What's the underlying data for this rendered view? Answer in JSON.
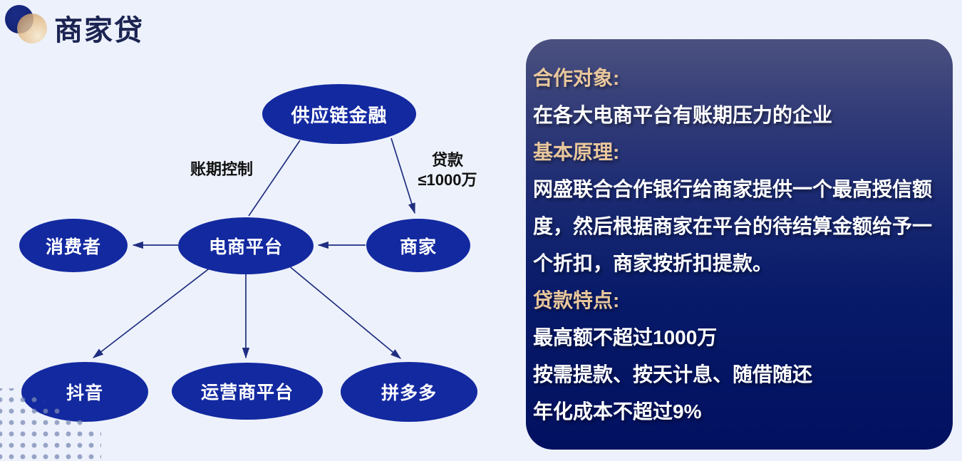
{
  "page": {
    "title": "商家贷",
    "background_color": "#edf1fb"
  },
  "logo": {
    "blue_circle_color": "#10206e",
    "gold_circle_color": "#e4bd8a"
  },
  "diagram": {
    "nodes": [
      {
        "id": "supply-chain-finance",
        "label": "供应链金融"
      },
      {
        "id": "consumer",
        "label": "消费者"
      },
      {
        "id": "ecommerce-platform",
        "label": "电商平台"
      },
      {
        "id": "merchant",
        "label": "商家"
      },
      {
        "id": "douyin",
        "label": "抖音"
      },
      {
        "id": "operator-platform",
        "label": "运营商平台"
      },
      {
        "id": "pinduoduo",
        "label": "拼多多"
      }
    ],
    "edge_labels": {
      "payment_term_control": "账期控制",
      "loan_line1": "贷款",
      "loan_line2": "≤1000万"
    },
    "edges": [
      {
        "from": "供应链金融",
        "to": "电商平台",
        "label": "账期控制",
        "arrow": false
      },
      {
        "from": "供应链金融",
        "to": "商家",
        "label": "贷款≤1000万",
        "arrow": true
      },
      {
        "from": "商家",
        "to": "电商平台",
        "arrow": true
      },
      {
        "from": "电商平台",
        "to": "消费者",
        "arrow": true
      },
      {
        "from": "电商平台",
        "to": "抖音",
        "arrow": true
      },
      {
        "from": "电商平台",
        "to": "运营商平台",
        "arrow": true
      },
      {
        "from": "电商平台",
        "to": "拼多多",
        "arrow": true
      }
    ],
    "colors": {
      "node_fill": "#1329a0",
      "node_text": "#ffffff",
      "line": "#1f2e80",
      "label_text": "#111111"
    }
  },
  "panel": {
    "colors": {
      "heading": "#e9c79c",
      "body": "#ffffff",
      "background_top": "#4b517f",
      "background_bottom": "#021060"
    },
    "sections": [
      {
        "heading": "合作对象:",
        "body": "在各大电商平台有账期压力的企业"
      },
      {
        "heading": "基本原理:",
        "body": "网盛联合合作银行给商家提供一个最高授信额度，然后根据商家在平台的待结算金额给予一个折扣，商家按折扣提款。"
      },
      {
        "heading": "贷款特点:",
        "lines": [
          "最高额不超过1000万",
          "按需提款、按天计息、随借随还",
          "年化成本不超过9%"
        ]
      }
    ]
  }
}
